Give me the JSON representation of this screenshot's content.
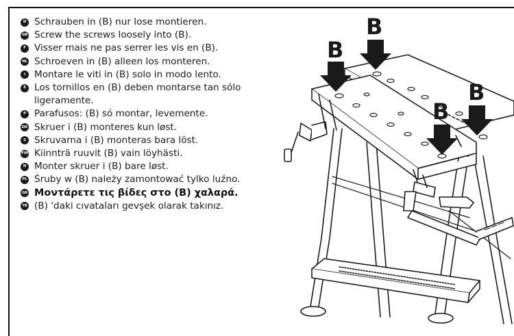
{
  "instructions": [
    {
      "code": "D",
      "text": "Schrauben in (B) nur lose montieren."
    },
    {
      "code": "GB",
      "text": "Screw the screws loosely into (B)."
    },
    {
      "code": "F",
      "text": "Visser mais ne pas serrer les vis en (B)."
    },
    {
      "code": "NL",
      "text": "Schroeven in (B) alleen los monteren."
    },
    {
      "code": "I",
      "text": "Montare le viti in (B) solo in modo lento."
    },
    {
      "code": "E",
      "text": "Los tornillos en (B) deben montarse tan sólo ligeramente."
    },
    {
      "code": "P",
      "text": "Parafusos: (B) só montar, levemente."
    },
    {
      "code": "DK",
      "text": "Skruer i (B) monteres kun løst."
    },
    {
      "code": "S",
      "text": "Skruvarna i (B) monteras bara löst."
    },
    {
      "code": "FIN",
      "text": "Kiinnträ ruuvit (B) vain löyhästi."
    },
    {
      "code": "N",
      "text": "Monter skruer i (B) bare løst."
    },
    {
      "code": "PL",
      "text": "Śruby w (B) należy zamontować tylko luźno."
    },
    {
      "code": "GR",
      "text": "Μοντάρετε τις βίδες στο (B) χαλαρά."
    },
    {
      "code": "TR",
      "text": "(B) 'daki cıvataları gevşek olarak takınız."
    }
  ],
  "illustration": {
    "callout_label": "B",
    "callout_count": 4,
    "colors": {
      "line": "#1a1a1a",
      "fill": "#ffffff",
      "shade": "#d9d9d9"
    }
  }
}
